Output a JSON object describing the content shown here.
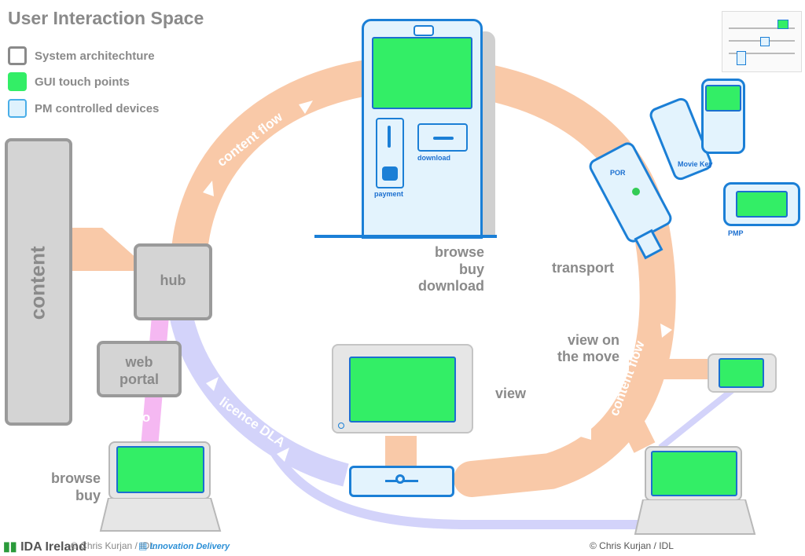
{
  "title": "User Interaction Space",
  "legend": [
    {
      "label": "System architechture",
      "fill": "#ffffff",
      "border": "#8a8a8a"
    },
    {
      "label": "GUI touch points",
      "fill": "#33ee66",
      "border": "#33ee66"
    },
    {
      "label": "PM controlled devices",
      "fill": "#dff2fd",
      "border": "#4aaee8"
    }
  ],
  "colors": {
    "content_flow": "#f9c9a8",
    "licence": "#d3d3fa",
    "info": "#f5b8f2",
    "gray_box": "#d4d4d4",
    "device_border": "#1b7fd6",
    "screen": "#33ee66"
  },
  "nodes": {
    "content": "content",
    "hub": "hub",
    "web_portal_line1": "web",
    "web_portal_line2": "portal"
  },
  "flows": {
    "content_flow_top": "content flow",
    "content_flow_right": "content flow",
    "licence": "licence DLA",
    "info": "info"
  },
  "kiosk": {
    "payment": "payment",
    "download": "download"
  },
  "actions": {
    "browse_buy_download": [
      "browse",
      "buy",
      "download"
    ],
    "transport": "transport",
    "view_on_the_move": [
      "view on",
      "the move"
    ],
    "view": "view",
    "browse_buy": [
      "browse",
      "buy"
    ]
  },
  "devices": {
    "por": "POR",
    "movie_key": "Movie Key",
    "pmp": "PMP"
  },
  "footer": {
    "left_brand": "IDA Ireland",
    "left_credit": "© Chris Kurjan / IDL",
    "innovation": "Innovation Delivery",
    "right_credit": "© Chris Kurjan / IDL"
  }
}
